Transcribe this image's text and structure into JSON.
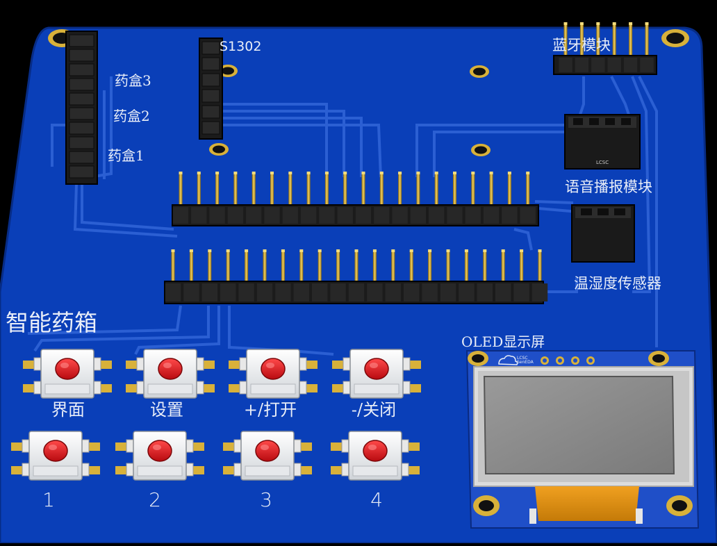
{
  "board": {
    "title": "智能药箱",
    "colors": {
      "pcb": "#0a3fb8",
      "trace": "#2f63d6",
      "silk": "#e9eef8",
      "gold": "#d8b13a",
      "button_cap": "#e0141c",
      "screen": "#8a8a8a"
    }
  },
  "labels": {
    "ds1302": "S1302",
    "pillbox3": "药盒3",
    "pillbox2": "药盒2",
    "pillbox1": "药盒1",
    "bluetooth": "蓝牙模块",
    "voice": "语音播报模块",
    "temp_humidity": "温湿度传感器",
    "oled": "OLED显示屏",
    "oled_logo": "LCSC SenEDA"
  },
  "buttons": [
    {
      "label": "界面"
    },
    {
      "label": "设置"
    },
    {
      "label": "+/打开"
    },
    {
      "label": "-/关闭"
    },
    {
      "label": "1"
    },
    {
      "label": "2"
    },
    {
      "label": "3"
    },
    {
      "label": "4"
    }
  ]
}
